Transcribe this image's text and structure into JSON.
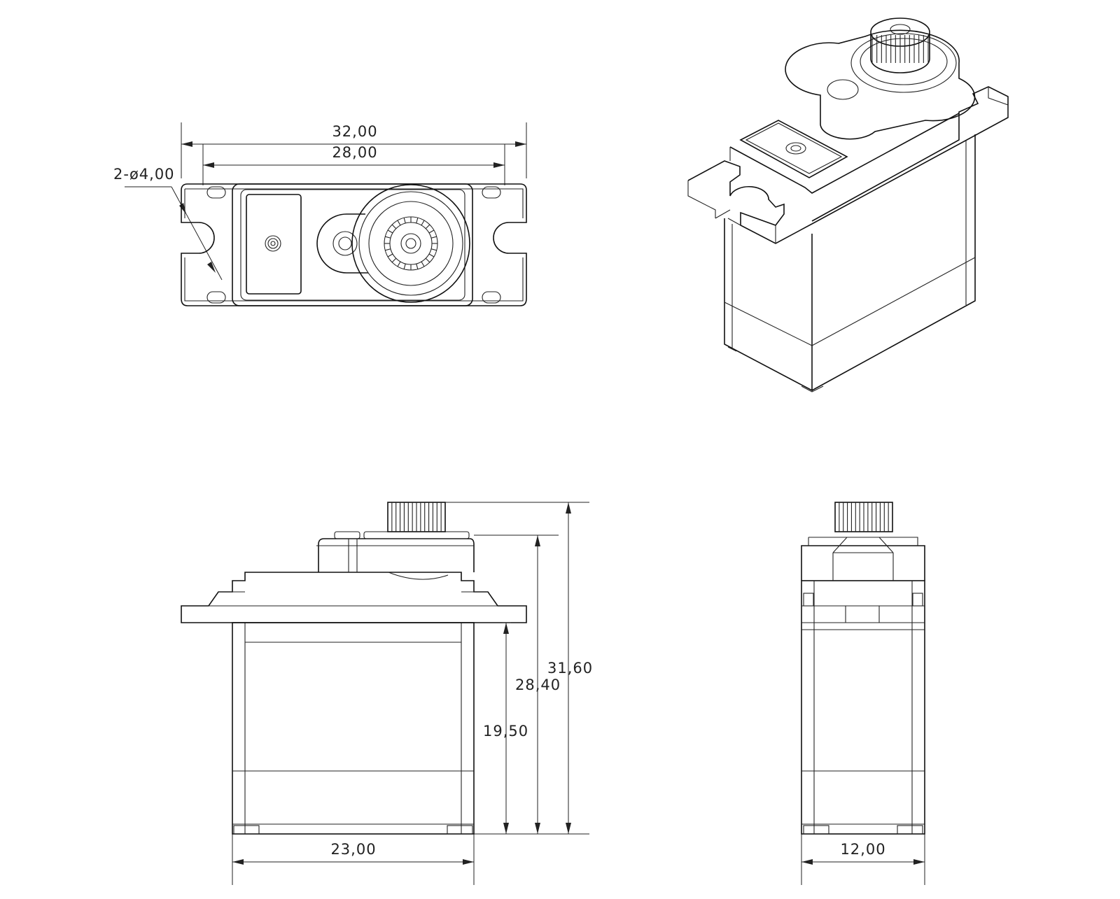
{
  "dimensions": {
    "top_view": {
      "overall_width": "32,00",
      "hole_spacing": "28,00",
      "hole_callout": "2-ø4,00"
    },
    "front_view": {
      "total_height": "31,60",
      "height_to_top_face": "28,40",
      "height_to_flange": "19,50",
      "case_width": "23,00"
    },
    "side_view": {
      "case_depth": "12,00"
    }
  },
  "colors": {
    "line": "#111111",
    "background": "#ffffff"
  }
}
